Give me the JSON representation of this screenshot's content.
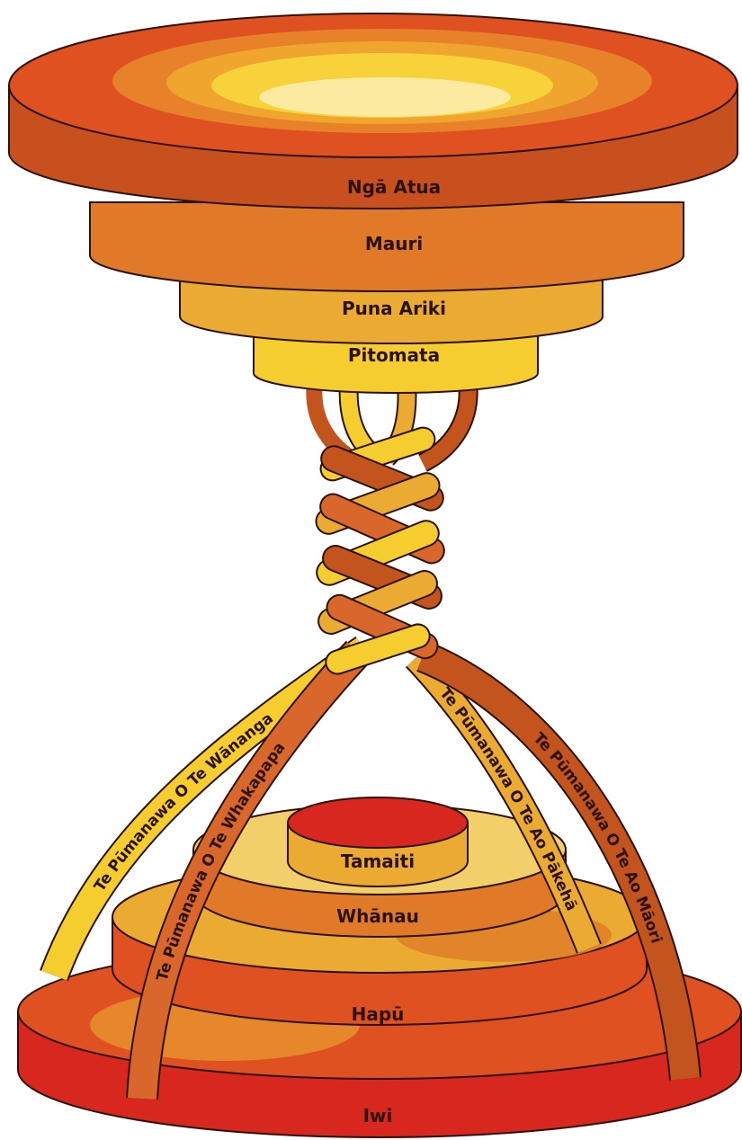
{
  "upper_tiers": {
    "nga_atua": "Ngā Atua",
    "mauri": "Mauri",
    "puna_ariki": "Puna Ariki",
    "pitomata": "Pitomata"
  },
  "lower_tiers": {
    "tamaiti": "Tamaiti",
    "whanau": "Whānau",
    "hapu": "Hapū",
    "iwi": "Iwi"
  },
  "strands": {
    "wananga": "Te Pūmanawa O Te Wānanga",
    "whakapapa": "Te Pūmanawa O Te Whakapapa",
    "ao_pakeha": "Te Pūmanawa O Te Ao Pākehā",
    "ao_maori": "Te Pūmanawa O Te Ao Māori"
  },
  "colors": {
    "deep_red": "#d8271e",
    "red_orange": "#e05122",
    "orange": "#e07a28",
    "amber": "#ebab32",
    "yellow": "#f5cd2e",
    "pale_yellow": "#fbeaa0",
    "burnt": "#c4541e",
    "outline": "#2a1208"
  }
}
